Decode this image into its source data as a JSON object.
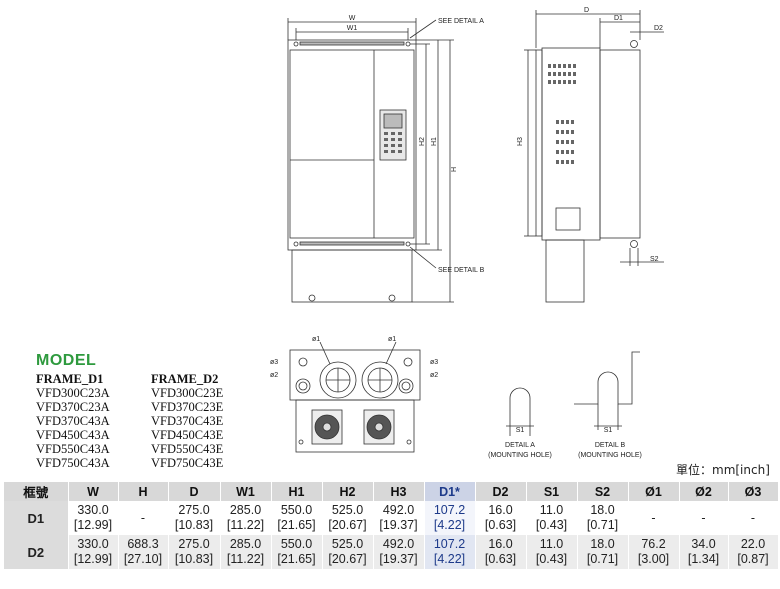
{
  "drawing_labels": {
    "W": "W",
    "W1": "W1",
    "D": "D",
    "D1": "D1",
    "D2": "D2",
    "H": "H",
    "H1": "H1",
    "H2": "H2",
    "H3": "H3",
    "S2": "S2",
    "S1": "S1",
    "detail_a_callout": "SEE DETAIL A",
    "detail_b_callout": "SEE DETAIL B",
    "phi1": "ø1",
    "phi2": "ø2",
    "phi3": "ø3",
    "detail_a_title": "DETAIL A",
    "detail_a_sub": "(MOUNTING HOLE)",
    "detail_b_title": "DETAIL B",
    "detail_b_sub": "(MOUNTING HOLE)"
  },
  "model": {
    "title": "MODEL",
    "frame_d1": {
      "header": "FRAME_D1",
      "items": [
        "VFD300C23A",
        "VFD370C23A",
        "VFD370C43A",
        "VFD450C43A",
        "VFD550C43A",
        "VFD750C43A"
      ]
    },
    "frame_d2": {
      "header": "FRAME_D2",
      "items": [
        "VFD300C23E",
        "VFD370C23E",
        "VFD370C43E",
        "VFD450C43E",
        "VFD550C43E",
        "VFD750C43E"
      ]
    }
  },
  "unit_label": "單位：mm[inch]",
  "table": {
    "headers": [
      "框號",
      "W",
      "H",
      "D",
      "W1",
      "H1",
      "H2",
      "H3",
      "D1*",
      "D2",
      "S1",
      "S2",
      "Ø1",
      "Ø2",
      "Ø3"
    ],
    "rows": [
      {
        "frame": "D1",
        "cells": [
          {
            "v": "330.0",
            "i": "[12.99]"
          },
          {
            "v": "-",
            "i": ""
          },
          {
            "v": "275.0",
            "i": "[10.83]"
          },
          {
            "v": "285.0",
            "i": "[11.22]"
          },
          {
            "v": "550.0",
            "i": "[21.65]"
          },
          {
            "v": "525.0",
            "i": "[20.67]"
          },
          {
            "v": "492.0",
            "i": "[19.37]"
          },
          {
            "v": "107.2",
            "i": "[4.22]"
          },
          {
            "v": "16.0",
            "i": "[0.63]"
          },
          {
            "v": "11.0",
            "i": "[0.43]"
          },
          {
            "v": "18.0",
            "i": "[0.71]"
          },
          {
            "v": "-",
            "i": ""
          },
          {
            "v": "-",
            "i": ""
          },
          {
            "v": "-",
            "i": ""
          }
        ]
      },
      {
        "frame": "D2",
        "cells": [
          {
            "v": "330.0",
            "i": "[12.99]"
          },
          {
            "v": "688.3",
            "i": "[27.10]"
          },
          {
            "v": "275.0",
            "i": "[10.83]"
          },
          {
            "v": "285.0",
            "i": "[11.22]"
          },
          {
            "v": "550.0",
            "i": "[21.65]"
          },
          {
            "v": "525.0",
            "i": "[20.67]"
          },
          {
            "v": "492.0",
            "i": "[19.37]"
          },
          {
            "v": "107.2",
            "i": "[4.22]"
          },
          {
            "v": "16.0",
            "i": "[0.63]"
          },
          {
            "v": "11.0",
            "i": "[0.43]"
          },
          {
            "v": "18.0",
            "i": "[0.71]"
          },
          {
            "v": "76.2",
            "i": "[3.00]"
          },
          {
            "v": "34.0",
            "i": "[1.34]"
          },
          {
            "v": "22.0",
            "i": "[0.87]"
          }
        ]
      }
    ]
  },
  "colors": {
    "model_title": "#2e9a3e",
    "highlight_column": "#1d3a8a",
    "header_bg": "#d8d8d8"
  }
}
